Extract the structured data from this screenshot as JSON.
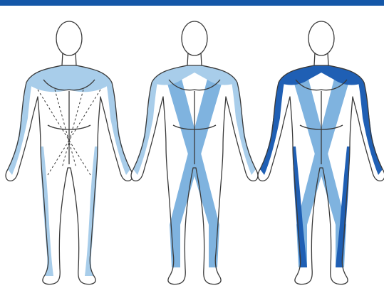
{
  "colors": {
    "top_bar": "#1457a8",
    "skin": "#ffffff",
    "outline": "#3a3a3a",
    "light_blue": "#a8cdea",
    "mid_blue": "#7fb3df",
    "dark_blue": "#1f5fb4"
  },
  "figures": [
    {
      "id": "figure-1",
      "style": "light-outer-lines",
      "icon": "human-figure-icon"
    },
    {
      "id": "figure-2",
      "style": "light-x-cross",
      "icon": "human-figure-icon"
    },
    {
      "id": "figure-3",
      "style": "two-tone-x-cross",
      "icon": "human-figure-icon"
    }
  ]
}
